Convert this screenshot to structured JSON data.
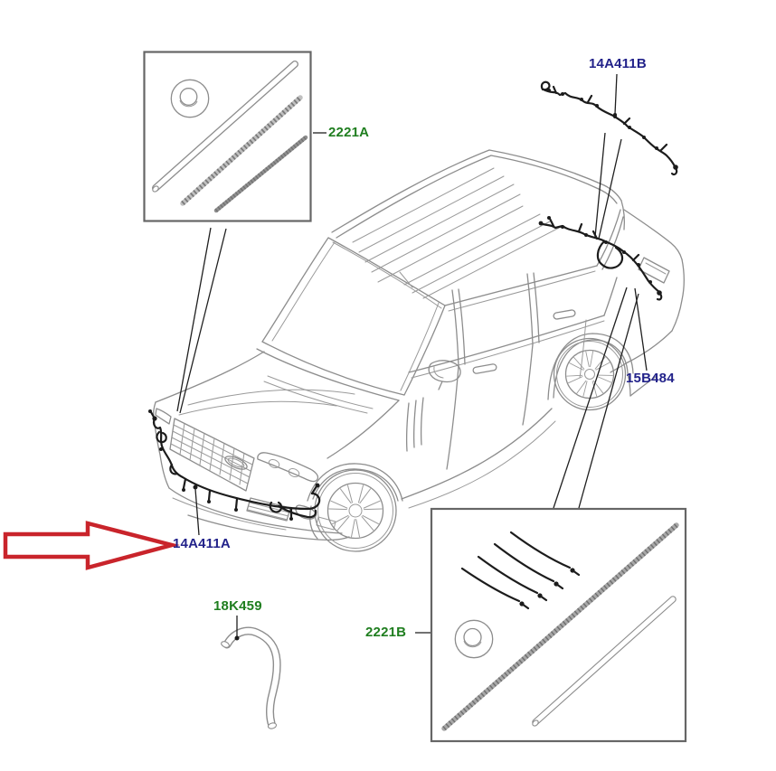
{
  "colors": {
    "label-green": "#1f7e1f",
    "label-navy": "#22228a",
    "arrow-red": "#c9242b"
  },
  "parts": {
    "p2221a": {
      "label": "2221A"
    },
    "p14a411b": {
      "label": "14A411B"
    },
    "p15b484": {
      "label": "15B484"
    },
    "p14a411a": {
      "label": "14A411A"
    },
    "p18k459": {
      "label": "18K459"
    },
    "p2221b": {
      "label": "2221B"
    }
  }
}
